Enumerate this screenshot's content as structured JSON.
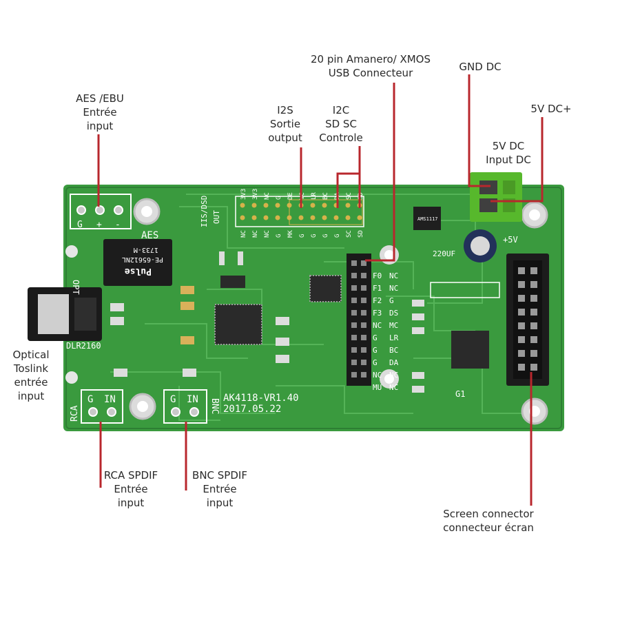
{
  "callouts": {
    "aes": [
      "AES /EBU",
      "Entrée",
      "input"
    ],
    "i2s": [
      "I2S",
      "Sortie",
      "output"
    ],
    "i2c": [
      "I2C",
      "SD SC",
      "Controle"
    ],
    "usb": [
      "20 pin Amanero/ XMOS",
      "USB Connecteur"
    ],
    "gnd": [
      "GND DC"
    ],
    "v5plus": [
      "5V DC+"
    ],
    "v5input": [
      "5V DC",
      "Input DC"
    ],
    "optical": [
      "Optical",
      "Toslink",
      "entrée",
      "input"
    ],
    "rca": [
      "RCA SPDIF",
      "Entrée",
      "input"
    ],
    "bnc": [
      "BNC SPDIF",
      "Entrée",
      "input"
    ],
    "screen": [
      "Screen connector",
      "connecteur écran"
    ]
  },
  "board": {
    "aes_label": "AES",
    "aes_pins": [
      "G",
      "+",
      "-"
    ],
    "opt_label": "OPT",
    "dlr": "DLR2160",
    "rca_label": "RCA",
    "rca_pins": [
      "G",
      "IN"
    ],
    "bnc_label": "BNC",
    "bnc_pins": [
      "G",
      "IN"
    ],
    "version": "AK4118-VR1.40",
    "date": "2017.05.22",
    "iis_label": "IIS/DSD",
    "out_label": "OUT",
    "cap_label": "220UF",
    "plus5v": "+5V",
    "reg_label": "AMS1117",
    "g1": "G1",
    "transformer": [
      "Pulse",
      "PE-65612NL",
      "1733-M"
    ],
    "conn_left": [
      "F0",
      "F1",
      "F2",
      "F3",
      "NC",
      "G",
      "G",
      "G",
      "NC",
      "MU"
    ],
    "conn_right": [
      "NC",
      "NC",
      "G",
      "DS",
      "MC",
      "LR",
      "BC",
      "DA",
      "NC",
      "NC"
    ],
    "header_top": [
      "3V3",
      "3V3",
      "NC",
      "G",
      "DE",
      "VC",
      "LR",
      "BC",
      "DA",
      "SC",
      "SD"
    ],
    "header_bot": [
      "NC",
      "NC",
      "NC",
      "G",
      "MK",
      "G",
      "G",
      "G",
      "G",
      "SC",
      "SD"
    ]
  },
  "colors": {
    "pcb": "#3a9a3e",
    "pcb_dark": "#2d7f33",
    "trace": "#55b458",
    "leader": "#b8272d",
    "terminal": "#57b82c"
  }
}
